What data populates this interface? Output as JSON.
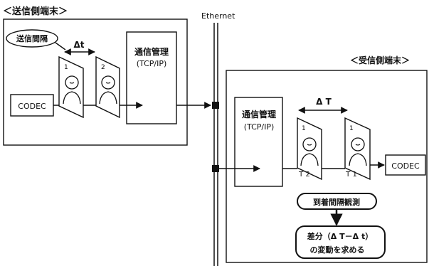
{
  "sender": {
    "title": "＜送信側端末＞",
    "interval_label": "送信間隔",
    "delta_label": "Δt",
    "codec_label": "CODEC",
    "manager_line1": "通信管理",
    "manager_line2": "(TCP/IP)",
    "frame_numbers": [
      "1",
      "2"
    ]
  },
  "network": {
    "label": "Ethernet"
  },
  "receiver": {
    "title": "＜受信側端末＞",
    "delta_label": "Δ T",
    "codec_label": "CODEC",
    "manager_line1": "通信管理",
    "manager_line2": "(TCP/IP)",
    "frame_numbers": [
      "1",
      "1"
    ],
    "time_labels": [
      "T 2",
      "T 1"
    ],
    "observe_label": "到着間隔観測",
    "diff_line1": "差分（Δ T－Δ t）",
    "diff_line2": "の変動を求める"
  }
}
